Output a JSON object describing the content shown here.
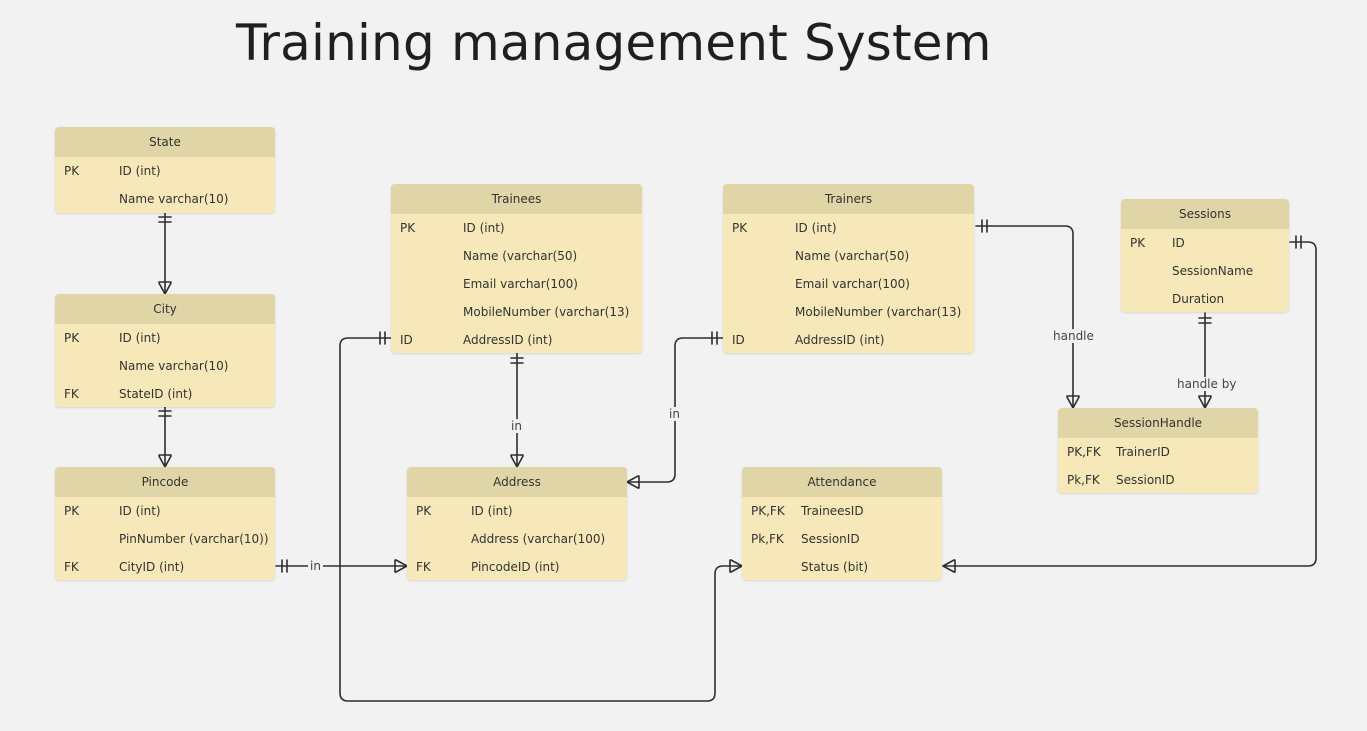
{
  "title": "Training management System",
  "entities": {
    "state": {
      "name": "State",
      "rows": [
        {
          "key": "PK",
          "field": "ID (int)"
        },
        {
          "key": "",
          "field": "Name varchar(10)"
        }
      ]
    },
    "city": {
      "name": "City",
      "rows": [
        {
          "key": "PK",
          "field": "ID (int)"
        },
        {
          "key": "",
          "field": "Name varchar(10)"
        },
        {
          "key": "FK",
          "field": "StateID (int)"
        }
      ]
    },
    "pincode": {
      "name": "Pincode",
      "rows": [
        {
          "key": "PK",
          "field": "ID (int)"
        },
        {
          "key": "",
          "field": "PinNumber (varchar(10))"
        },
        {
          "key": "FK",
          "field": "CityID (int)"
        }
      ]
    },
    "trainees": {
      "name": "Trainees",
      "rows": [
        {
          "key": "PK",
          "field": "ID (int)"
        },
        {
          "key": "",
          "field": "Name (varchar(50)"
        },
        {
          "key": "",
          "field": "Email varchar(100)"
        },
        {
          "key": "",
          "field": "MobileNumber (varchar(13)"
        },
        {
          "key": "ID",
          "field": "AddressID (int)"
        }
      ]
    },
    "trainers": {
      "name": "Trainers",
      "rows": [
        {
          "key": "PK",
          "field": "ID (int)"
        },
        {
          "key": "",
          "field": "Name (varchar(50)"
        },
        {
          "key": "",
          "field": "Email varchar(100)"
        },
        {
          "key": "",
          "field": "MobileNumber (varchar(13)"
        },
        {
          "key": "ID",
          "field": "AddressID (int)"
        }
      ]
    },
    "address": {
      "name": "Address",
      "rows": [
        {
          "key": "PK",
          "field": "ID (int)"
        },
        {
          "key": "",
          "field": "Address (varchar(100)"
        },
        {
          "key": "FK",
          "field": "PincodeID (int)"
        }
      ]
    },
    "attendance": {
      "name": "Attendance",
      "rows": [
        {
          "key": "PK,FK",
          "field": "TraineesID"
        },
        {
          "key": "Pk,FK",
          "field": "SessionID"
        },
        {
          "key": "",
          "field": "Status (bit)"
        }
      ]
    },
    "sessions": {
      "name": "Sessions",
      "rows": [
        {
          "key": "PK",
          "field": "ID"
        },
        {
          "key": "",
          "field": "SessionName"
        },
        {
          "key": "",
          "field": "Duration"
        }
      ]
    },
    "sessionhandle": {
      "name": "SessionHandle",
      "rows": [
        {
          "key": "PK,FK",
          "field": "TrainerID"
        },
        {
          "key": "Pk,FK",
          "field": "SessionID"
        }
      ]
    }
  },
  "relationships": {
    "pincode_address": "in",
    "trainees_address": "in",
    "trainers_address": "in",
    "trainers_sessionhandle": "handle",
    "sessions_sessionhandle": "handle by"
  },
  "colors": {
    "entity_body": "#f6e8b8",
    "entity_header": "#e0d5a6",
    "line": "#2e2e2e",
    "background": "#f2f2f2"
  }
}
